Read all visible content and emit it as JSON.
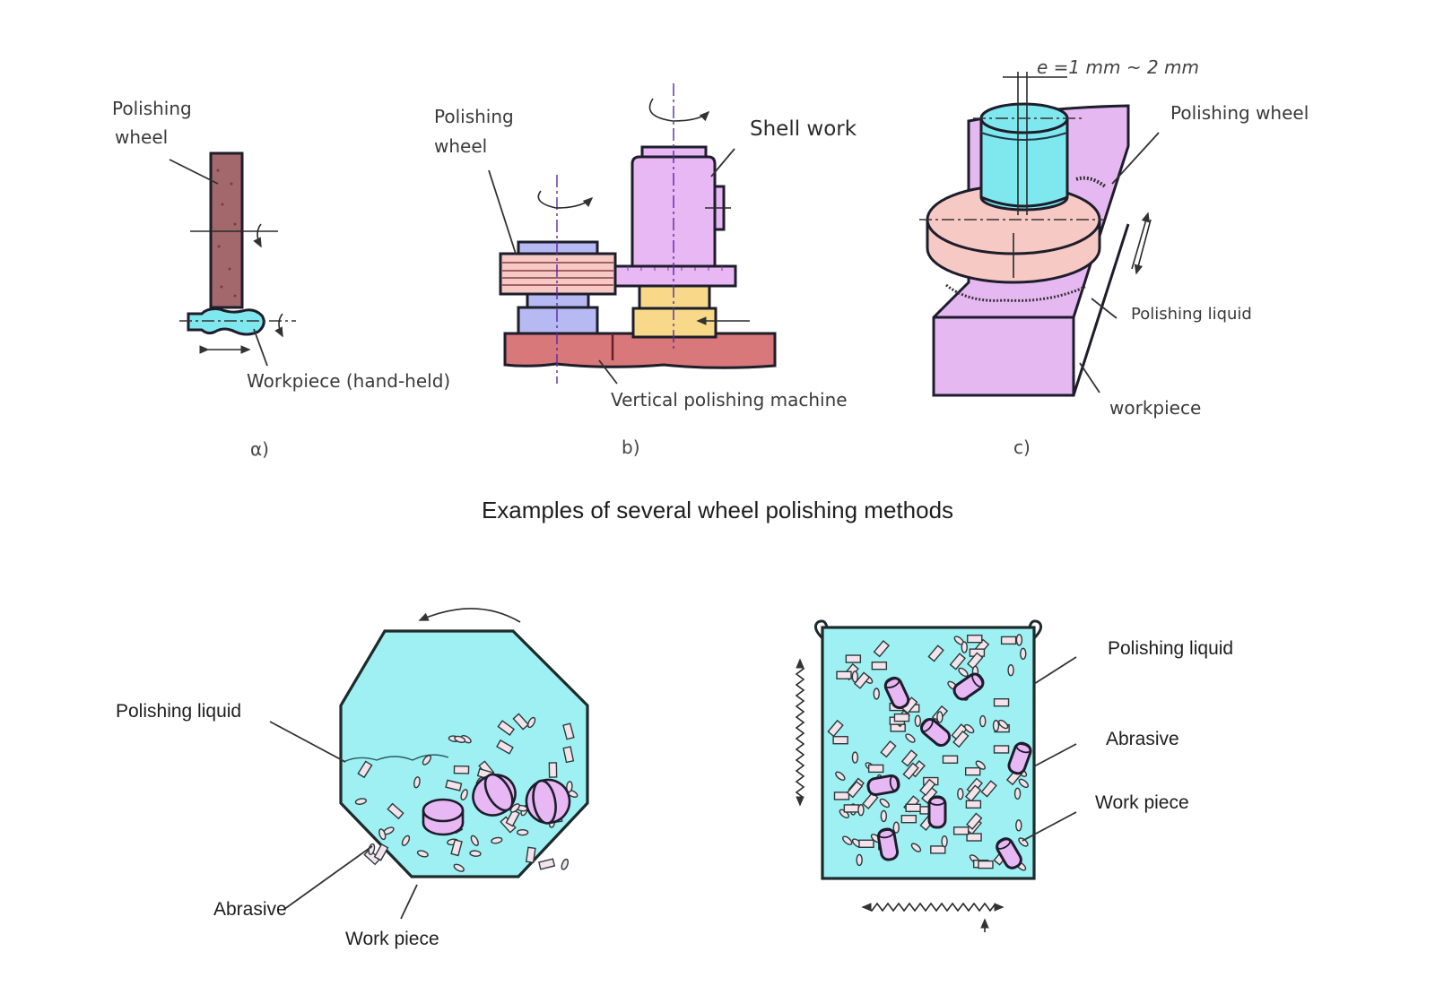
{
  "caption": "Examples of several wheel polishing methods",
  "colors": {
    "wheel_a": "#a3686c",
    "workpiece_cyan": "#7fe8ef",
    "blue_part": "#b7b9f2",
    "pink_wheel": "#f6c9c4",
    "shell_violet": "#e8b8f4",
    "yellow_part": "#f8d98a",
    "base_red": "#d8787a",
    "tub_fill": "#9ff0f2",
    "outline": "#1d1d2b"
  },
  "figure_a": {
    "sublabel": "α)",
    "labels": {
      "polishing_wheel_line1": "Polishing",
      "polishing_wheel_line2": "wheel",
      "workpiece": "Workpiece (hand-held)"
    }
  },
  "figure_b": {
    "sublabel": "b)",
    "labels": {
      "polishing_wheel_line1": "Polishing",
      "polishing_wheel_line2": "wheel",
      "shell_work": "Shell work",
      "machine": "Vertical polishing machine"
    }
  },
  "figure_c": {
    "sublabel": "c)",
    "labels": {
      "eccentricity": "e =1 mm ~ 2 mm",
      "polishing_wheel": "Polishing wheel",
      "polishing_liquid": "Polishing liquid",
      "workpiece": "workpiece"
    }
  },
  "barrel": {
    "labels": {
      "polishing_liquid": "Polishing liquid",
      "abrasive": "Abrasive",
      "work_piece": "Work piece"
    }
  },
  "vibratory_tub": {
    "labels": {
      "polishing_liquid": "Polishing liquid",
      "abrasive": "Abrasive",
      "work_piece": "Work piece"
    }
  }
}
